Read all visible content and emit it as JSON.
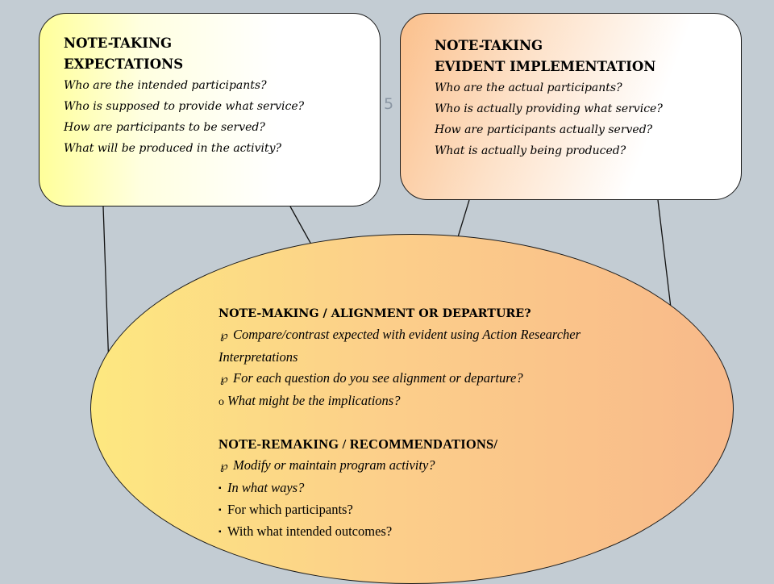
{
  "slide_number": "5",
  "expectations": {
    "heading_line1": "NOTE-TAKING",
    "heading_line2": "EXPECTATIONS",
    "questions": [
      "Who are the intended participants?",
      "Who is supposed to provide what service?",
      "How are participants to be served?",
      "What will be produced in the activity?"
    ]
  },
  "implementation": {
    "heading_line1": "NOTE-TAKING",
    "heading_line2": "EVIDENT IMPLEMENTATION",
    "questions": [
      "Who are the actual participants?",
      "Who is actually providing what service?",
      "How are participants actually served?",
      "What is actually being produced?"
    ]
  },
  "note_making": {
    "heading": "NOTE-MAKING / ALIGNMENT OR DEPARTURE?",
    "items": [
      {
        "bullet": "℘",
        "text": "Compare/contrast expected with evident using Action Researcher Interpretations"
      },
      {
        "bullet": "℘",
        "text": "For each question do you see alignment or departure?"
      },
      {
        "bullet": "o",
        "text": "What might be the implications?"
      }
    ]
  },
  "note_remaking": {
    "heading": "NOTE-REMAKING / RECOMMENDATIONS/",
    "items": [
      {
        "bullet": "℘",
        "text": "Modify or maintain program activity?"
      },
      {
        "bullet": "▪",
        "text": "In what ways?"
      },
      {
        "bullet": "▪",
        "text": "For which participants?"
      },
      {
        "bullet": "▪",
        "text": "With what intended outcomes?"
      }
    ]
  },
  "colors": {
    "background": "#c3ccd3",
    "left_box_accent": "#ffff9a",
    "right_box_accent": "#fbc08c",
    "ellipse_left": "#fde880",
    "ellipse_right": "#f8b98a",
    "slide_number": "#8a96a3"
  }
}
